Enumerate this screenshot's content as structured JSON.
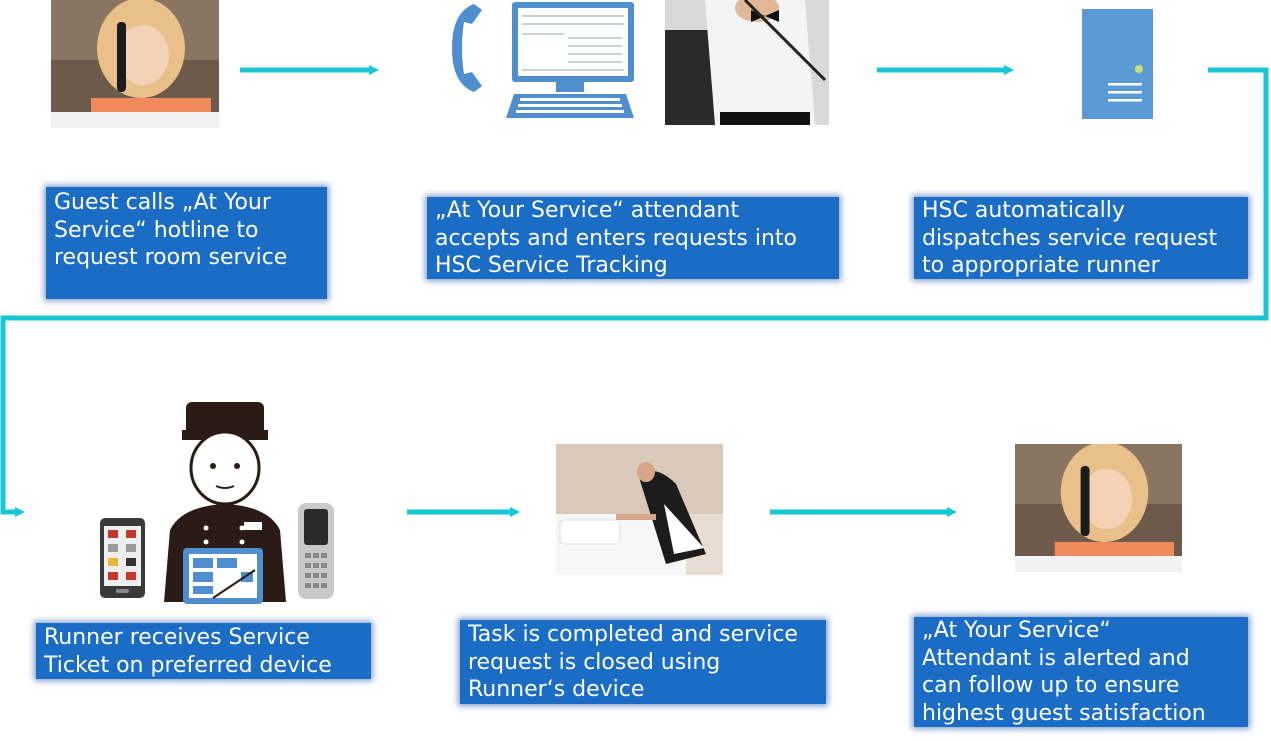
{
  "steps": [
    {
      "text": "Guest calls „At Your\nService“ hotline to\nrequest room service",
      "icons": [
        "girl-on-phone-photo"
      ]
    },
    {
      "text": "„At Your Service“ attendant\naccepts and enters  requests into\nHSC Service Tracking",
      "icons": [
        "telephone-handset-icon",
        "desktop-computer-icon",
        "attendant-on-phone-photo"
      ]
    },
    {
      "text": "HSC automatically\ndispatches service request\nto appropriate runner",
      "icons": [
        "server-icon"
      ]
    },
    {
      "text": "Runner receives Service\nTicket on preferred device",
      "icons": [
        "smartphone-icon",
        "bellboy-icon",
        "tablet-icon",
        "cordless-phone-icon"
      ]
    },
    {
      "text": "Task is completed and service\nrequest is closed using\nRunner‘s device",
      "icons": [
        "housekeeper-making-bed-photo"
      ]
    },
    {
      "text": "„At Your Service“\nAttendant is alerted and\ncan follow up to ensure\nhighest guest satisfaction",
      "icons": [
        "girl-on-phone-photo"
      ]
    }
  ],
  "colors": {
    "box_fill": "#1a6cc4",
    "box_text": "#ffffff",
    "connector": "#19c6d3",
    "icon_blue": "#4f8fd0"
  }
}
